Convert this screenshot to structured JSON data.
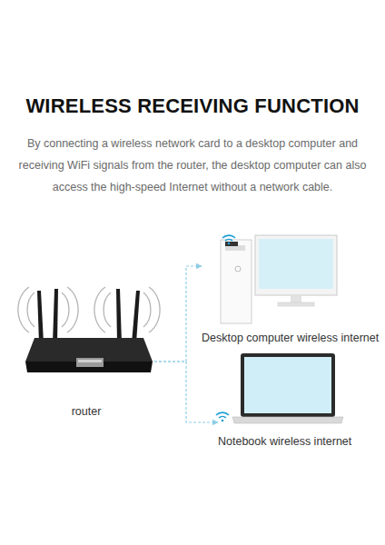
{
  "diagram": {
    "title": "WIRELESS RECEIVING FUNCTION",
    "caption": "By connecting a wireless network card to a desktop computer and receiving WiFi signals from the router, the desktop computer can also access the high-speed Internet without a network cable.",
    "nodes": [
      {
        "text": [
          "router"
        ]
      },
      {
        "text": [
          "Desktop computer wireless internet"
        ]
      },
      {
        "text": [
          "Notebook wireless internet"
        ]
      }
    ],
    "edges": [
      {
        "from": 0,
        "to": 1,
        "arrow": "to"
      },
      {
        "from": 0,
        "to": 2,
        "arrow": "to"
      }
    ]
  }
}
